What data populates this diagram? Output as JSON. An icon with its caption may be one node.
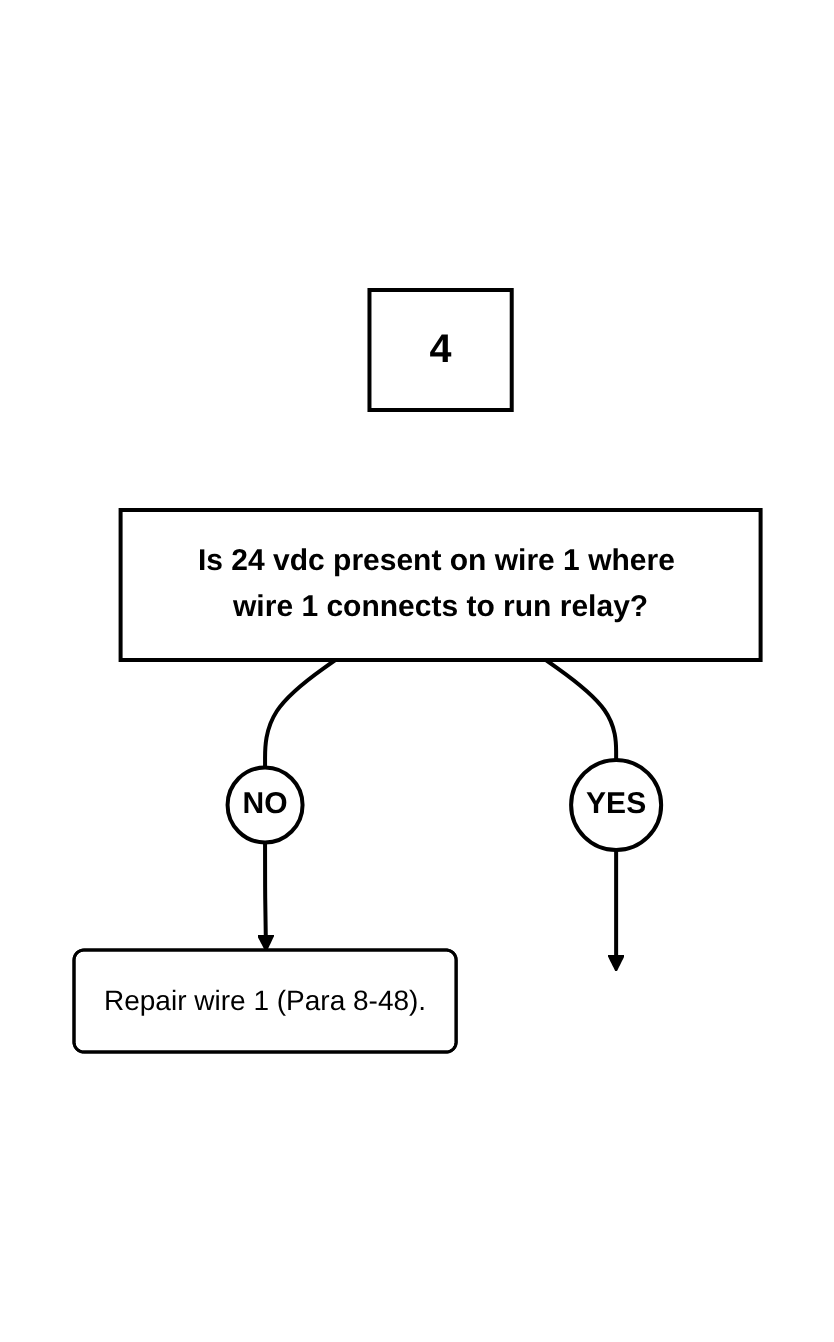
{
  "diagram": {
    "nodes": [
      {
        "text": [
          "4"
        ]
      },
      {
        "text": [
          "Is 24 vdc present on wire 1 where wire 1 connects to run relay?"
        ]
      },
      {
        "text": [
          "NO"
        ]
      },
      {
        "text": [
          "Repair wire 1 (Para 8-48)."
        ]
      },
      {
        "text": [
          "YES"
        ]
      }
    ],
    "edges": [
      {
        "from": 1,
        "to": 2,
        "arrow": "none"
      },
      {
        "from": 2,
        "to": 3,
        "arrow": "to"
      },
      {
        "from": 1,
        "to": 4,
        "arrow": "none"
      },
      {
        "from": 4,
        "to": null,
        "arrow": "to"
      }
    ]
  }
}
